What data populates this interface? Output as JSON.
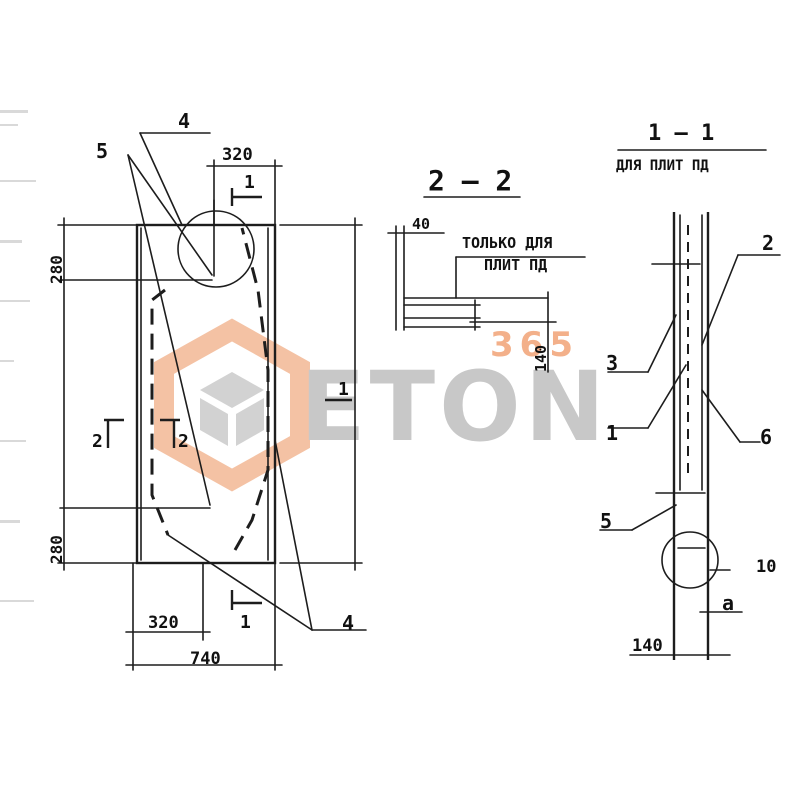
{
  "watermark": {
    "number": "365",
    "brand": "ETON",
    "color_orange": "#f3b08a",
    "color_gray": "#c8c8c8"
  },
  "plan": {
    "leader_4_top": "4",
    "leader_5": "5",
    "dim_top_320": "320",
    "section_1_top": "1",
    "dim_280_top": "280",
    "dim_280_bottom": "280",
    "section_2_left": "2",
    "section_2_right": "2",
    "section_1_right": "1",
    "section_1_bottom": "1",
    "leader_4_bottom": "4",
    "dim_bottom_320": "320",
    "dim_740": "740"
  },
  "section_2_2": {
    "title": "2 — 2",
    "dim_40": "40",
    "note_line1": "ТОЛЬКО ДЛЯ",
    "note_line2": "ПЛИТ ПД",
    "dim_140": "140"
  },
  "section_1_1": {
    "title": "1 — 1",
    "subtitle": "ДЛЯ  ПЛИТ ПД",
    "callout_2": "2",
    "callout_3": "3",
    "callout_1": "1",
    "callout_6": "6",
    "callout_5": "5",
    "callout_10": "10",
    "dim_a": "a",
    "dim_140": "140"
  }
}
